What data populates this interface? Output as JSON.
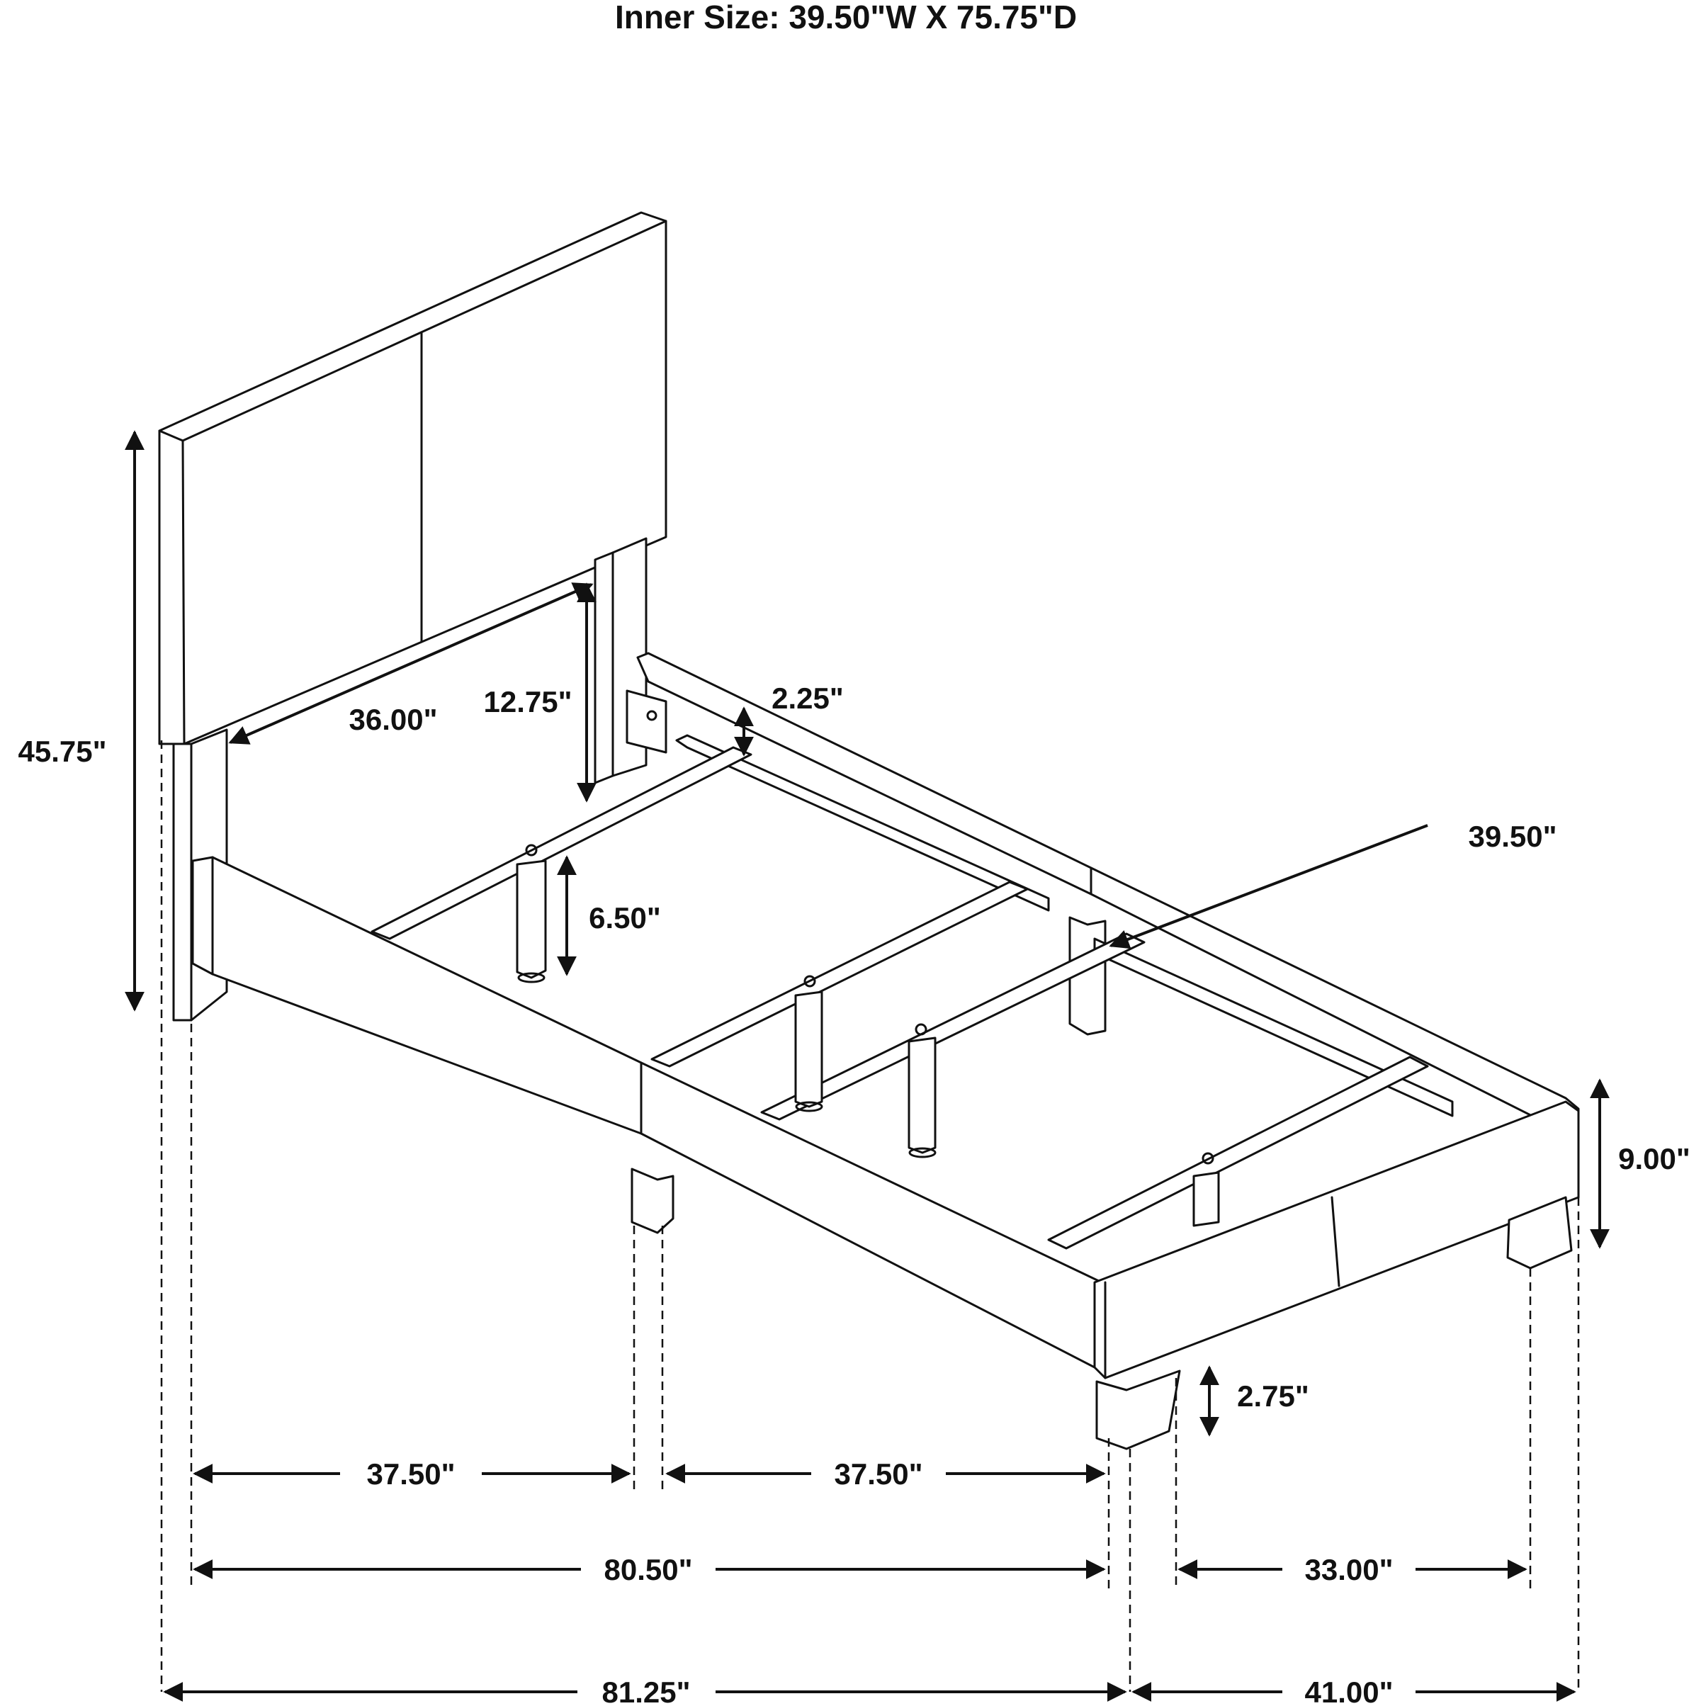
{
  "title": "Inner Size: 39.50\"W X 75.75\"D",
  "dimensions": {
    "overall_height": "45.75\"",
    "headboard_width": "36.00\"",
    "headboard_gap": "12.75\"",
    "rail_height_small": "2.25\"",
    "slat_width": "39.50\"",
    "leg_clearance_center": "6.50\"",
    "footboard_height": "9.00\"",
    "leg_height": "2.75\"",
    "half_length_left": "37.50\"",
    "half_length_right": "37.50\"",
    "rail_length": "80.50\"",
    "leg_spacing_width": "33.00\"",
    "overall_length": "81.25\"",
    "overall_width": "41.00\""
  },
  "colors": {
    "line": "#111111",
    "background": "#ffffff"
  }
}
